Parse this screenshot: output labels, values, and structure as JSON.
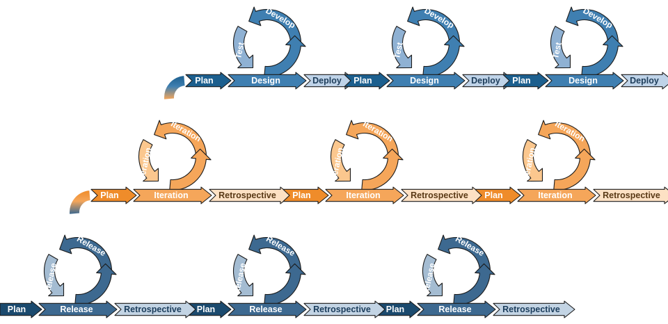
{
  "diagram": {
    "colors": {
      "release_dark": "#1b4a6e",
      "release_mid": "#3d6990",
      "release_light": "#a4bcd2",
      "release_pale": "#c3d4e4",
      "sprint_dark": "#ef8c2a",
      "sprint_mid": "#f5a65a",
      "sprint_light": "#fbc78e",
      "sprint_pale": "#fde1c4",
      "day_dark": "#1c5f8e",
      "day_mid": "#3f7fb1",
      "day_light": "#8fb1d3",
      "day_pale": "#bfd3e8",
      "outline": "#1a1a1a"
    },
    "levels": [
      {
        "name": "release",
        "plan": "Plan",
        "main": "Release",
        "closing": "Retrospective",
        "arc_top": "Release",
        "arc_left": "Release",
        "cycles": 3
      },
      {
        "name": "sprint",
        "plan": "Plan",
        "main": "Iteration",
        "closing": "Retrospective",
        "arc_top": "Iteration",
        "arc_left": "Iteration",
        "cycles": 3
      },
      {
        "name": "daily",
        "plan": "Plan",
        "main": "Design",
        "closing": "Deploy",
        "arc_top": "Develop",
        "arc_left": "Test",
        "cycles": 3
      }
    ]
  }
}
